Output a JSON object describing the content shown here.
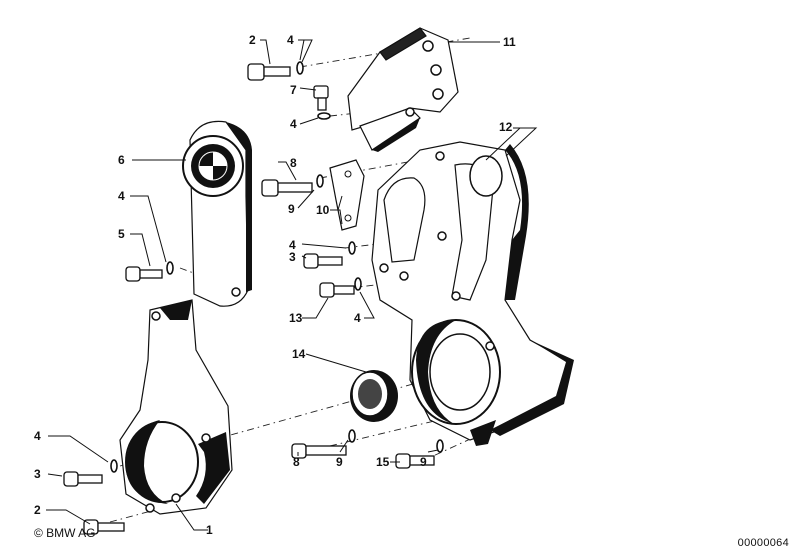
{
  "callouts": {
    "c1": "1",
    "c2a": "2",
    "c2b": "2",
    "c3a": "3",
    "c3b": "3",
    "c4a": "4",
    "c4b": "4",
    "c4c": "4",
    "c4d": "4",
    "c4e": "4",
    "c4f": "4",
    "c5": "5",
    "c6": "6",
    "c7": "7",
    "c8a": "8",
    "c8b": "8",
    "c9a": "9",
    "c9b": "9",
    "c9c": "9",
    "c10": "10",
    "c11": "11",
    "c12": "12",
    "c13": "13",
    "c14": "14",
    "c15": "15"
  },
  "copyright": "© BMW AG",
  "doc_number": "00000064",
  "icons": {
    "logo": "bmw-roundel-icon"
  },
  "colors": {
    "ink": "#111111",
    "paper": "#ffffff",
    "roundel_blue": "#111111"
  }
}
